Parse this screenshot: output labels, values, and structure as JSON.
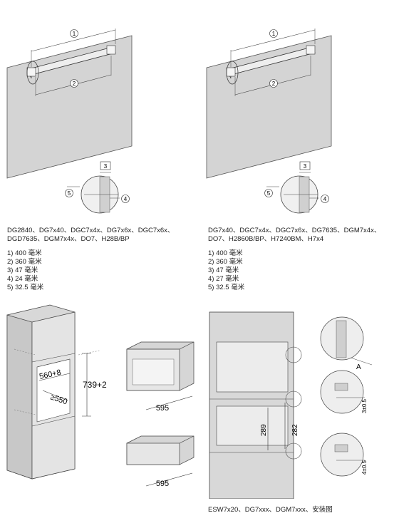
{
  "left_panel": {
    "models": "DG2840、DG7x40、DGC7x4x、DG7x6x、DGC7x6x、DGD7635、DGM7x4x、DO7、H28B/BP",
    "dimensions": [
      "1) 400 毫米",
      "2) 360 毫米",
      "3) 47 毫米",
      "4) 24 毫米",
      "5) 32.5 毫米"
    ]
  },
  "right_panel": {
    "models": "DG7x40、DGC7x4x、DGC7x6x、DG7635、DGM7x4x、DO7、H2860B/BP、H7240BM、H7x4",
    "dimensions": [
      "1) 400 毫米",
      "2) 360 毫米",
      "3) 47 毫米",
      "4) 27 毫米",
      "5) 32.5 毫米"
    ]
  },
  "callouts": [
    "1",
    "2",
    "3",
    "4",
    "5"
  ],
  "cabinet_diagram": {
    "width_label": "560+8",
    "depth_label": "≥550",
    "height_label": "739+2"
  },
  "appliance_widths": [
    "595",
    "595"
  ],
  "install_diagram": {
    "dim_a": "289",
    "dim_b": "282",
    "detail_a": "A",
    "detail_tol_top": "3±0.5",
    "detail_tol_bottom": "4±0.5",
    "caption": "ESW7x20、DG7xxx、DGM7xxx、安装图"
  }
}
